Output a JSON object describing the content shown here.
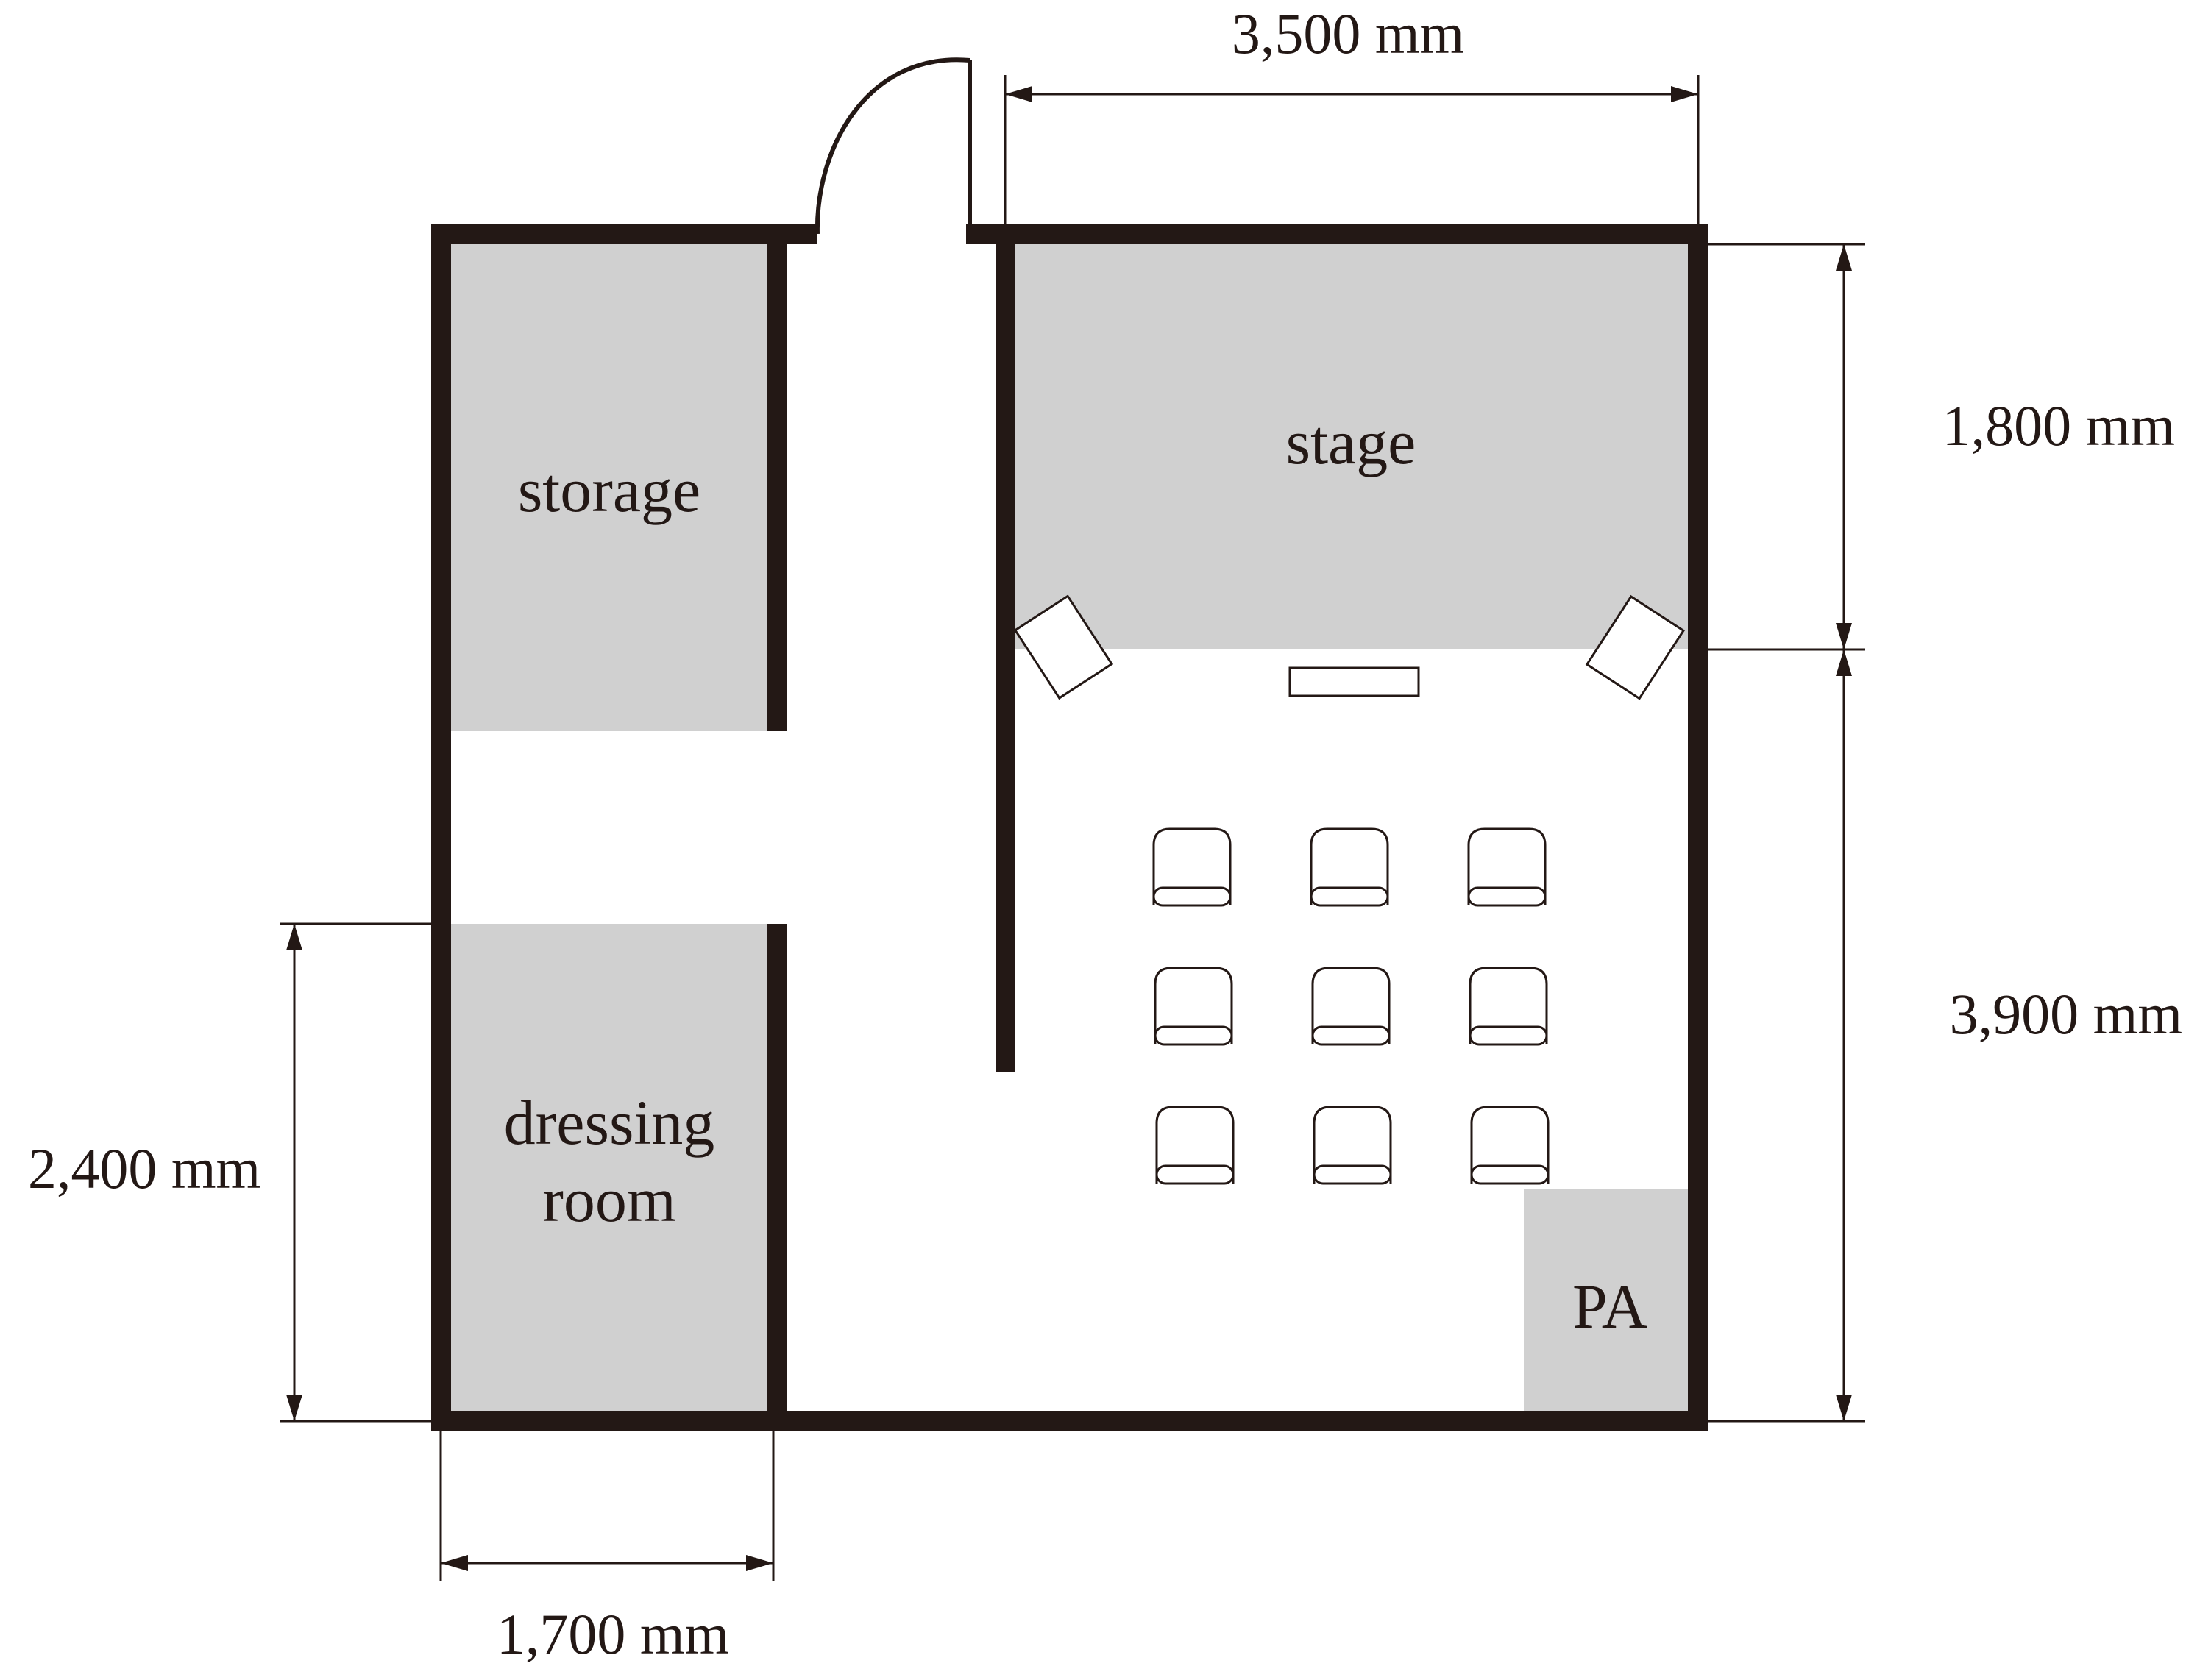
{
  "rooms": {
    "storage": "storage",
    "stage": "stage",
    "dressing_room": [
      "dressing",
      "room"
    ],
    "pa": "PA"
  },
  "dimensions": {
    "top_width": "3,500 mm",
    "stage_depth": "1,800 mm",
    "audience_depth": "3,900 mm",
    "dressing_height": "2,400 mm",
    "dressing_width": "1,700 mm"
  },
  "colors": {
    "wall": "#231815",
    "room_fill": "#d0d0d0",
    "background": "#ffffff"
  },
  "audience": {
    "chair_rows": 3,
    "chairs_per_row": 3
  },
  "equipment": [
    "speaker-left",
    "speaker-right",
    "monitor-bar"
  ]
}
